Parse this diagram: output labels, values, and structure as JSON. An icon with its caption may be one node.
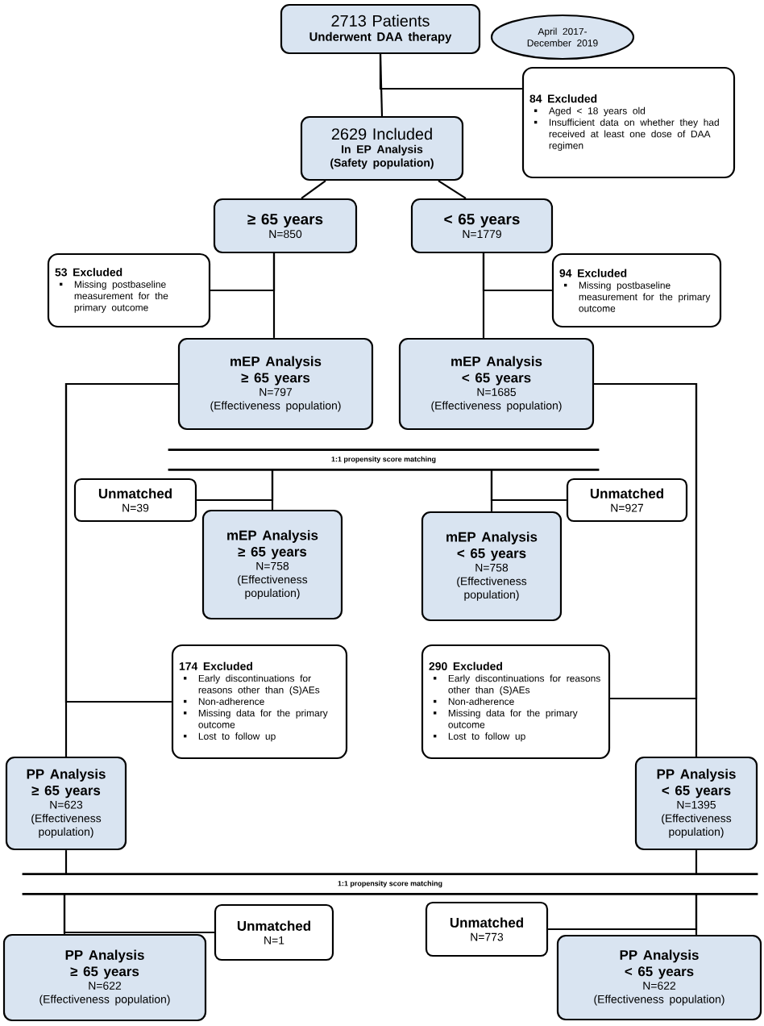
{
  "diagram": {
    "nodes": [
      {
        "text": [
          "2713 Patients",
          "Underwent DAA therapy"
        ]
      },
      {
        "text": [
          "April 2017- December 2019"
        ]
      },
      {
        "text": [
          "84 Excluded",
          "Aged < 18 years old",
          "Insufficient data on whether they had received at least one dose of DAA regimen"
        ]
      },
      {
        "text": [
          "2629 Included",
          "In EP Analysis",
          "(Safety population)"
        ]
      },
      {
        "text": [
          "≥ 65 years",
          "N=850"
        ]
      },
      {
        "text": [
          "< 65 years",
          "N=1779"
        ]
      },
      {
        "text": [
          "53 Excluded",
          "Missing postbaseline measurement for the primary outcome"
        ]
      },
      {
        "text": [
          "94 Excluded",
          "Missing postbaseline measurement for the primary outcome"
        ]
      },
      {
        "text": [
          "mEP Analysis",
          "≥ 65 years",
          "N=797",
          "(Effectiveness population)"
        ]
      },
      {
        "text": [
          "mEP Analysis",
          "< 65 years",
          "N=1685",
          "(Effectiveness population)"
        ]
      },
      {
        "text": [
          "1:1 propensity score matching"
        ]
      },
      {
        "text": [
          "Unmatched",
          "N=39"
        ]
      },
      {
        "text": [
          "Unmatched",
          "N=927"
        ]
      },
      {
        "text": [
          "mEP Analysis",
          "≥ 65 years",
          "N=758",
          "(Effectiveness population)"
        ]
      },
      {
        "text": [
          "mEP Analysis",
          "< 65 years",
          "N=758",
          "(Effectiveness population)"
        ]
      },
      {
        "text": [
          "174 Excluded",
          "Early discontinuations for reasons other than (S)AEs",
          "Non-adherence",
          "Missing data for the primary outcome",
          "Lost to follow up"
        ]
      },
      {
        "text": [
          "290 Excluded",
          "Early discontinuations for reasons other than (S)AEs",
          "Non-adherence",
          "Missing data for the primary outcome",
          "Lost to follow up"
        ]
      },
      {
        "text": [
          "PP Analysis",
          "≥ 65 years",
          "N=623",
          "(Effectiveness population)"
        ]
      },
      {
        "text": [
          "PP Analysis",
          "< 65 years",
          "N=1395",
          "(Effectiveness population)"
        ]
      },
      {
        "text": [
          "1:1 propensity score matching"
        ]
      },
      {
        "text": [
          "Unmatched",
          "N=1"
        ]
      },
      {
        "text": [
          "Unmatched",
          "N=773"
        ]
      },
      {
        "text": [
          "PP Analysis",
          "≥ 65 years",
          "N=622",
          "(Effectiveness population)"
        ]
      },
      {
        "text": [
          "PP Analysis",
          "< 65 years",
          "N=622",
          "(Effectiveness population)"
        ]
      }
    ],
    "edges": [
      {
        "from": 0,
        "to": 3,
        "arrow": "none"
      },
      {
        "from": 0,
        "to": 2,
        "arrow": "none"
      },
      {
        "from": 3,
        "to": 4,
        "arrow": "none"
      },
      {
        "from": 3,
        "to": 5,
        "arrow": "none"
      },
      {
        "from": 4,
        "to": 8,
        "arrow": "none"
      },
      {
        "from": 4,
        "to": 6,
        "arrow": "none"
      },
      {
        "from": 5,
        "to": 9,
        "arrow": "none"
      },
      {
        "from": 5,
        "to": 7,
        "arrow": "none"
      },
      {
        "from": 8,
        "to": 15,
        "arrow": "none"
      },
      {
        "from": 8,
        "to": 17,
        "arrow": "none"
      },
      {
        "from": 9,
        "to": 16,
        "arrow": "none"
      },
      {
        "from": 9,
        "to": 18,
        "arrow": "none"
      },
      {
        "from": 10,
        "to": 11,
        "arrow": "none"
      },
      {
        "from": 10,
        "to": 13,
        "arrow": "none"
      },
      {
        "from": 10,
        "to": 12,
        "arrow": "none"
      },
      {
        "from": 10,
        "to": 14,
        "arrow": "none"
      },
      {
        "from": 17,
        "to": 19,
        "arrow": "none"
      },
      {
        "from": 18,
        "to": 19,
        "arrow": "none"
      },
      {
        "from": 19,
        "to": 20,
        "arrow": "none"
      },
      {
        "from": 19,
        "to": 22,
        "arrow": "none"
      },
      {
        "from": 19,
        "to": 21,
        "arrow": "none"
      },
      {
        "from": 19,
        "to": 23,
        "arrow": "none"
      }
    ]
  }
}
